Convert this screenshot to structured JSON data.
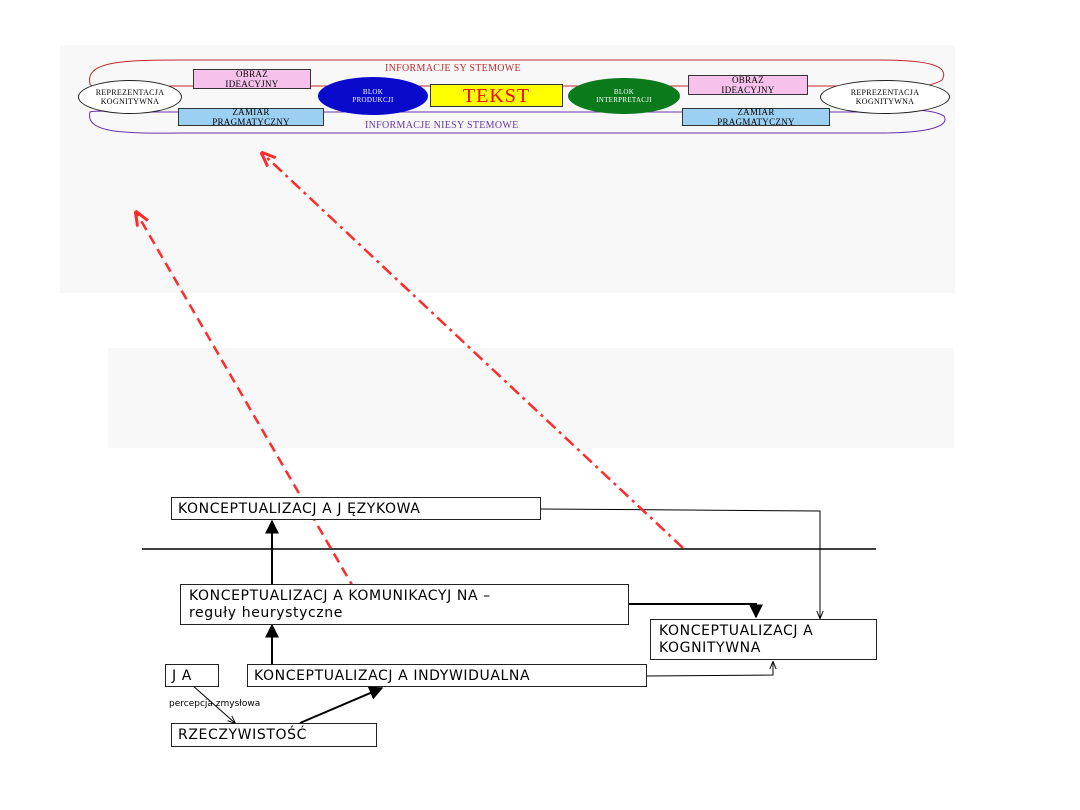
{
  "top_diagram": {
    "band_top": "INFORMACJE SY STEMOWE",
    "band_bottom": "INFORMACJE NIESY STEMOWE",
    "left_repr": [
      "REPREZENTACJA",
      "KOGNITYWNA"
    ],
    "right_repr": [
      "REPREZENTACJA",
      "KOGNITYWNA"
    ],
    "left_obraz": [
      "OBRAZ",
      "IDEACYJNY"
    ],
    "right_obraz": [
      "OBRAZ",
      "IDEACYJNY"
    ],
    "left_zamiar": [
      "ZAMIAR",
      "PRAGMATYCZNY"
    ],
    "right_zamiar": [
      "ZAMIAR",
      "PRAGMATYCZNY"
    ],
    "blok_produkcji": [
      "BLOK",
      "PRODUKCJI"
    ],
    "blok_interpretacji": [
      "BLOK",
      "INTERPRETACJI"
    ],
    "tekst": "TEKST",
    "colors": {
      "band_top": "#c1272d",
      "band_bottom": "#6633aa",
      "blok_produkcji": "#0a0acc",
      "blok_interpretacji": "#0a7a1a",
      "tekst_bg": "#ffff00",
      "tekst_fg": "#ff0000",
      "obraz_bg": "#f6c2ec",
      "zamiar_bg": "#9cd0f3",
      "dashed_arrow": "#ff2a2a"
    }
  },
  "bottom_diagram": {
    "konceptualizacja_jezykowa": "KONCEPTUALIZACJ A J ĘZYKOWA",
    "konceptualizacja_komunikacyjna_l1": "KONCEPTUALIZACJ A KOMUNIKACYJ NA –",
    "konceptualizacja_komunikacyjna_l2": "reguły heurystyczne",
    "konceptualizacja_kognitywna_l1": "KONCEPTUALIZACJ A",
    "konceptualizacja_kognitywna_l2": "KOGNITYWNA",
    "ja": "J A",
    "konceptualizacja_indywidualna": "KONCEPTUALIZACJ A INDYWIDUALNA",
    "percepcja": "percepcja zmysłowa",
    "rzeczywistosc": "RZECZYWISTOŚĆ"
  }
}
